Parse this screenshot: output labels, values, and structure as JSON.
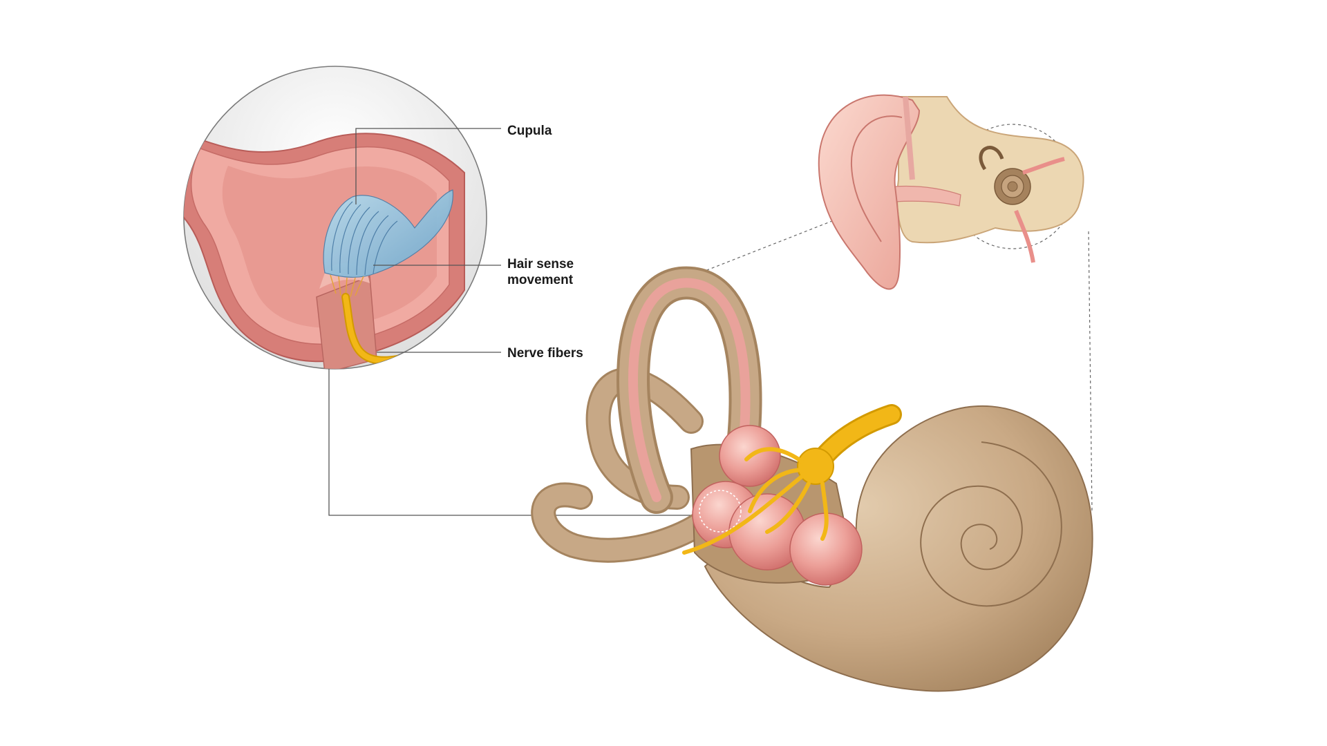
{
  "labels": {
    "cupula": "Cupula",
    "hair_line1": "Hair sense",
    "hair_line2": "movement",
    "nerve": "Nerve fibers"
  },
  "colors": {
    "bone": "#c7a886",
    "bone_dark": "#a9896a",
    "bone_light": "#dcc4a6",
    "tissue_pink": "#e79c96",
    "tissue_light": "#f4c2bb",
    "tissue_dark": "#cf6f6b",
    "cupula_blue": "#8ec3dd",
    "cupula_dark": "#4e7fa8",
    "nerve_yellow": "#f2b717",
    "nerve_dark": "#d39a00",
    "leader_line": "#555555",
    "circle_outline": "#7a7a7a"
  },
  "icons": [
    "magnified-ampulla-inset",
    "inner-ear-labyrinth",
    "outer-ear-cross-section"
  ]
}
